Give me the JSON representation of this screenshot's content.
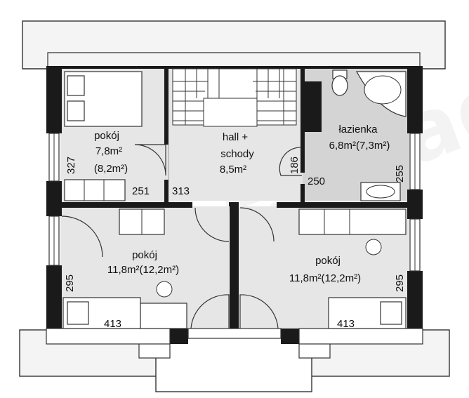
{
  "watermark": "extradom",
  "rooms": {
    "bedroom_small": {
      "name": "pokój",
      "area": "7,8m²",
      "area2": "(8,2m²)"
    },
    "hall": {
      "name": "hall +",
      "name2": "schody",
      "area": "8,5m²"
    },
    "bathroom": {
      "name": "łazienka",
      "area": "6,8m²(7,3m²)"
    },
    "bedroom_left": {
      "name": "pokój",
      "area": "11,8m²(12,2m²)"
    },
    "bedroom_right": {
      "name": "pokój",
      "area": "11,8m²(12,2m²)"
    }
  },
  "dimensions": {
    "d327": "327",
    "d251": "251",
    "d313": "313",
    "d186": "186",
    "d250": "250",
    "d255": "255",
    "d295_left": "295",
    "d295_right": "295",
    "d413_left": "413",
    "d413_right": "413"
  },
  "colors": {
    "wall": "#1a1a1a",
    "floor": "#e6e6e6",
    "bathroom_floor": "#d4d4d4",
    "roof": "#f4f4f4"
  }
}
